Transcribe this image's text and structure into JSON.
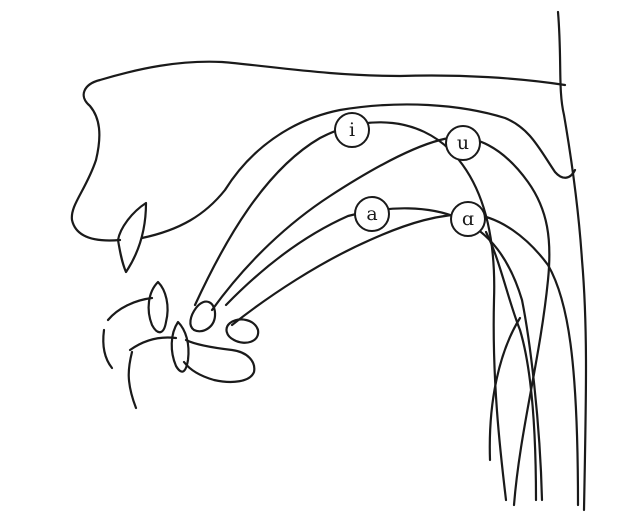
{
  "vowels": [
    {
      "symbol": "i"
    },
    {
      "symbol": "u"
    },
    {
      "symbol": "a"
    },
    {
      "symbol": "ɑ"
    }
  ]
}
